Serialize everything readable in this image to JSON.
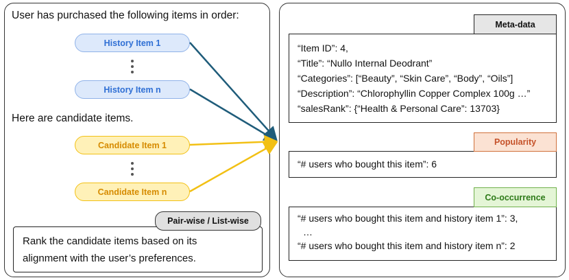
{
  "left_panel": {
    "intro_text": "User has purchased the following items in order:",
    "history_items": [
      "History Item 1",
      "History Item n"
    ],
    "candidate_intro": "Here are candidate items.",
    "candidate_items": [
      "Candidate Item 1",
      "Candidate Item n"
    ],
    "task_tab": "Pair-wise / List-wise",
    "task_lines": [
      "Rank the candidate items based on its",
      "alignment with the user’s preferences."
    ]
  },
  "right_panel": {
    "metadata": {
      "tab": "Meta-data",
      "lines": [
        "“Item ID”: 4,",
        "“Title”: “Nullo Internal Deodrant”",
        "“Categories”: [“Beauty”, “Skin Care”, “Body”, “Oils”]",
        "“Description”: “Chlorophyllin Copper Complex 100g …”",
        "“salesRank”: {“Health & Personal Care”: 13703}"
      ]
    },
    "popularity": {
      "tab": "Popularity",
      "lines": [
        "“# users who bought this item”: 6"
      ]
    },
    "cooccurrence": {
      "tab": "Co-occurrence",
      "lines": [
        "“# users who bought this item and history item 1”: 3,",
        "…",
        "“# users who bought this item and history item n”: 2"
      ]
    }
  },
  "colors": {
    "history_arrow": "#1f5c7a",
    "candidate_arrow": "#f2c014",
    "history_text": "#2f6fd4",
    "candidate_text": "#d68b00",
    "popularity_accent": "#d0703a",
    "cooccurrence_accent": "#6fb04a"
  }
}
